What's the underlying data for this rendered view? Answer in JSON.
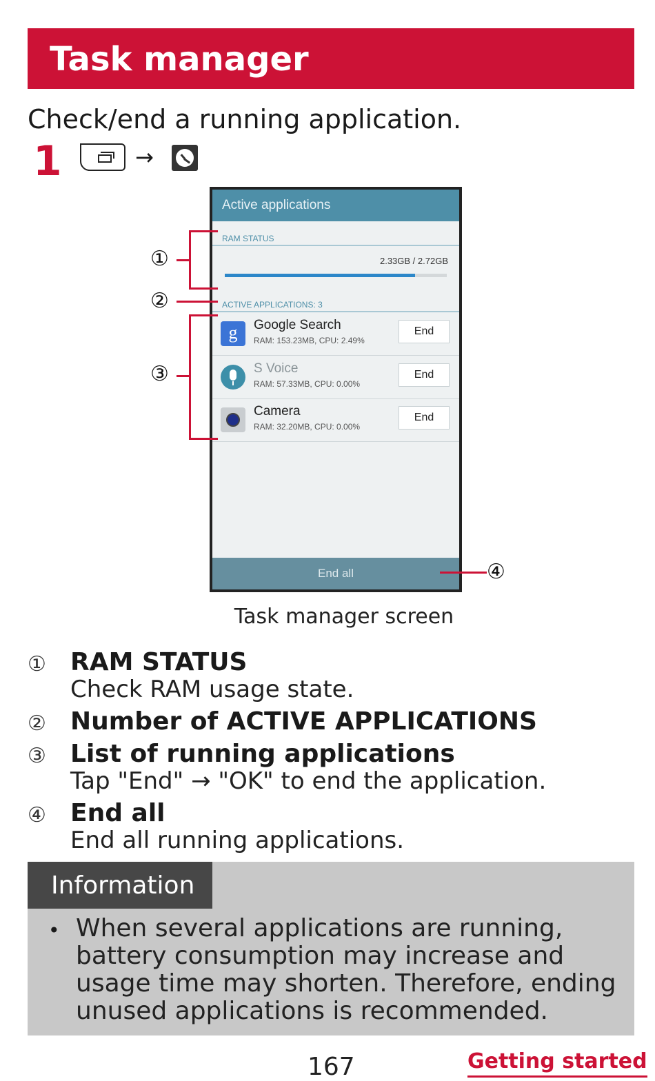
{
  "header": {
    "title": "Task manager"
  },
  "intro": "Check/end a running application.",
  "step": {
    "number": "1",
    "arrow": "→"
  },
  "screen": {
    "title": "Active applications",
    "ram_label": "RAM STATUS",
    "ram_value": "2.33GB / 2.72GB",
    "ram_fraction": 0.856,
    "active_label": "ACTIVE APPLICATIONS: 3",
    "apps": [
      {
        "name": "Google Search",
        "info": "RAM: 153.23MB, CPU: 2.49%",
        "end": "End",
        "icon": "google-search-icon",
        "dimmed": false
      },
      {
        "name": "S Voice",
        "info": "RAM: 57.33MB, CPU: 0.00%",
        "end": "End",
        "icon": "s-voice-icon",
        "dimmed": true
      },
      {
        "name": "Camera",
        "info": "RAM: 32.20MB, CPU: 0.00%",
        "end": "End",
        "icon": "camera-icon",
        "dimmed": false
      }
    ],
    "end_all": "End all"
  },
  "callouts": [
    "①",
    "②",
    "③",
    "④"
  ],
  "caption": "Task manager screen",
  "items": [
    {
      "num": "①",
      "title": "RAM STATUS",
      "desc": "Check RAM usage state."
    },
    {
      "num": "②",
      "title": "Number of ACTIVE APPLICATIONS",
      "desc": ""
    },
    {
      "num": "③",
      "title": "List of running applications",
      "desc": "Tap \"End\" → \"OK\" to end the application."
    },
    {
      "num": "④",
      "title": "End all",
      "desc": "End all running applications."
    }
  ],
  "info": {
    "heading": "Information",
    "bullet": "•",
    "text": "When several applications are running, battery consumption may increase and usage time may shorten. Therefore, ending unused applications is recommended."
  },
  "footer": {
    "page": "167",
    "section": "Getting started"
  },
  "colors": {
    "accent": "#cc1236",
    "screen_header": "#4e8fa8",
    "info_bg": "#c8c8c8",
    "info_tab": "#474747"
  }
}
